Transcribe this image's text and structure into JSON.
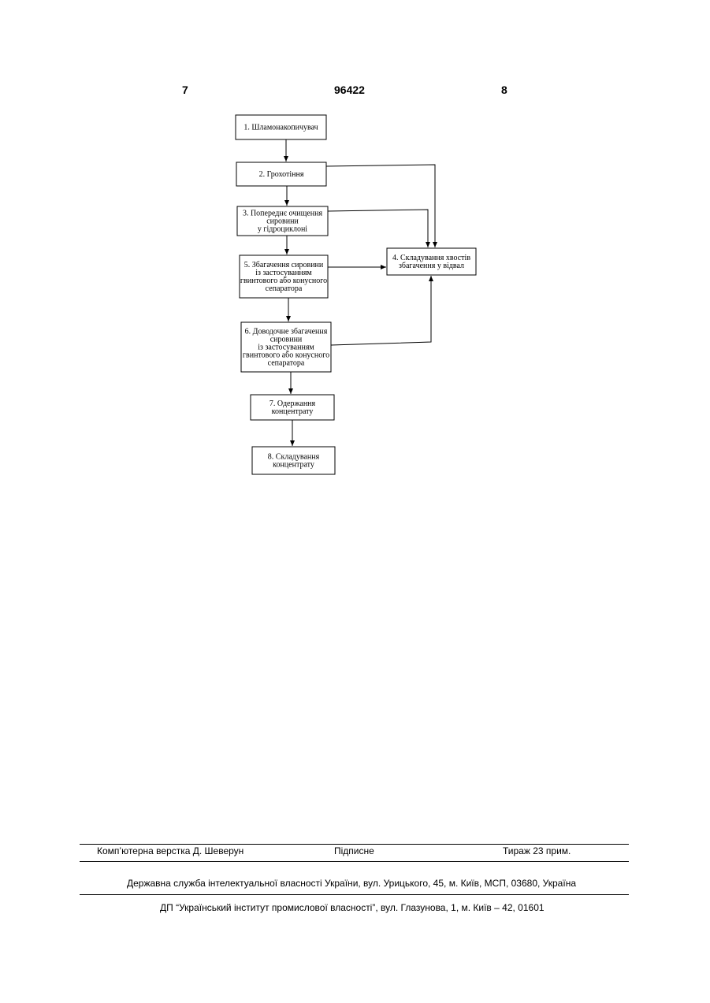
{
  "header": {
    "left_page": "7",
    "patent_number": "96422",
    "right_page": "8"
  },
  "diagram": {
    "boxes": [
      {
        "id": "b1",
        "lines": [
          "1. Шламонакопичувач"
        ]
      },
      {
        "id": "b2",
        "lines": [
          "2. Грохотіння"
        ]
      },
      {
        "id": "b3",
        "lines": [
          "3. Попереднє очищення",
          "сировини",
          "у гідроциклоні"
        ]
      },
      {
        "id": "b4",
        "lines": [
          "4. Складування хвостів",
          "збагачення у відвал"
        ]
      },
      {
        "id": "b5",
        "lines": [
          "5. Збагачення сировини",
          "із застосуванням",
          "гвинтового або конусного",
          "сепаратора"
        ]
      },
      {
        "id": "b6",
        "lines": [
          "6. Доводочне збагачення",
          "сировини",
          "із застосуванням",
          "гвинтового або конусного",
          "сепаратора"
        ]
      },
      {
        "id": "b7",
        "lines": [
          "7. Одержання",
          "концентрату"
        ]
      },
      {
        "id": "b8",
        "lines": [
          "8. Складування",
          "концентрату"
        ]
      }
    ]
  },
  "footer": {
    "typesetting": "Комп’ютерна верстка Д. Шеверун",
    "signed": "Підписне",
    "circulation": "Тираж 23 прим.",
    "agency": "Державна служба інтелектуальної власності України, вул. Урицького, 45, м. Київ, МСП, 03680, Україна",
    "institute": "ДП “Український інститут промислової власності”, вул. Глазунова, 1, м. Київ – 42, 01601"
  }
}
